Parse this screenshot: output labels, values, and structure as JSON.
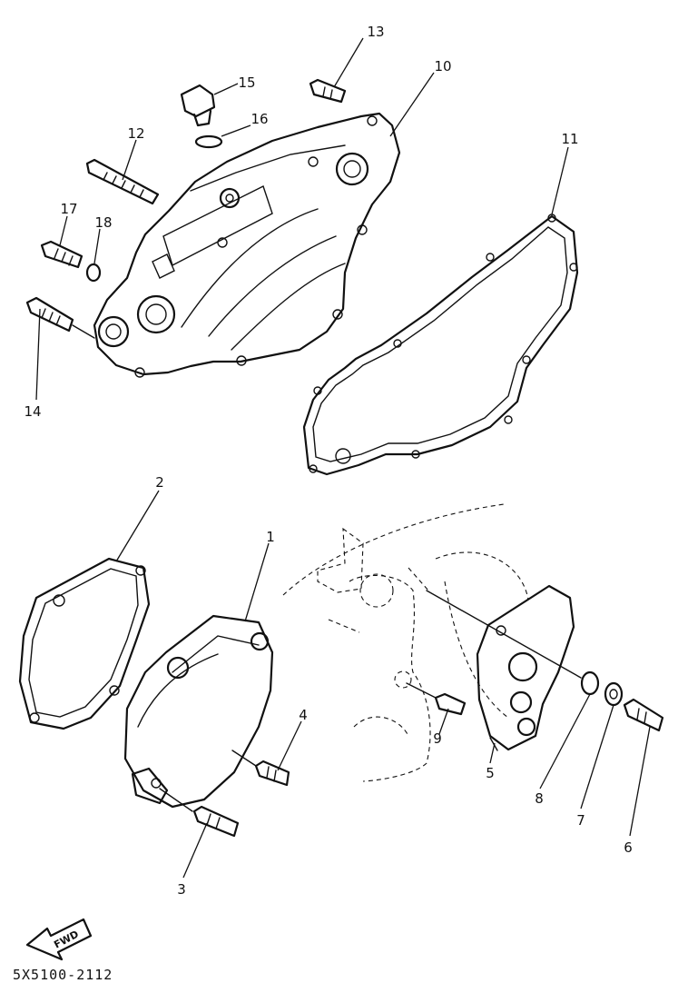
{
  "diagram": {
    "callouts": {
      "p1": "1",
      "p2": "2",
      "p3": "3",
      "p4": "4",
      "p5": "5",
      "p6": "6",
      "p7": "7",
      "p8": "8",
      "p9": "9",
      "p10": "10",
      "p11": "11",
      "p12": "12",
      "p13": "13",
      "p14": "14",
      "p15": "15",
      "p16": "16",
      "p17": "17",
      "p18": "18"
    },
    "fwd_label": "FWD",
    "drawing_code": "5X5100-2112"
  }
}
